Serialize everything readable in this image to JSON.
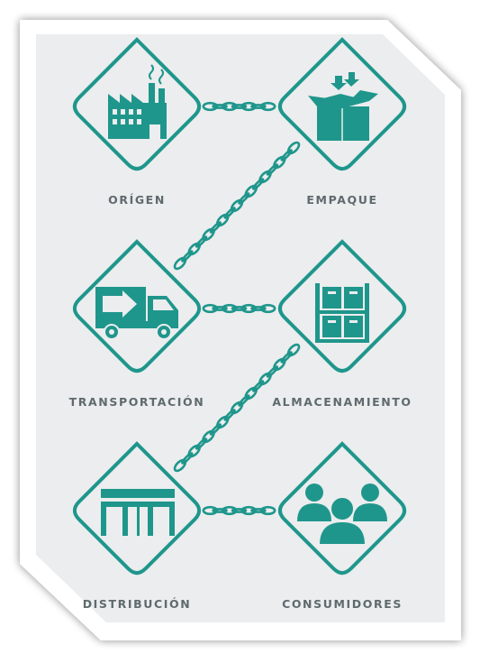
{
  "theme": {
    "accent": "#1f968c",
    "panel": "#ebedee",
    "text": "#5f6a6d"
  },
  "nodes": [
    {
      "id": "origen",
      "label": "ORÍGEN",
      "icon": "factory-icon"
    },
    {
      "id": "empaque",
      "label": "EMPAQUE",
      "icon": "package-box-icon"
    },
    {
      "id": "transportacion",
      "label": "TRANSPORTACIÓN",
      "icon": "delivery-truck-icon"
    },
    {
      "id": "almacenamiento",
      "label": "ALMACENAMIENTO",
      "icon": "warehouse-shelf-icon"
    },
    {
      "id": "distribucion",
      "label": "DISTRIBUCIÓN",
      "icon": "storefront-icon"
    },
    {
      "id": "consumidores",
      "label": "CONSUMIDORES",
      "icon": "consumers-group-icon"
    }
  ],
  "links": [
    {
      "from": "origen",
      "to": "empaque",
      "style": "chain"
    },
    {
      "from": "empaque",
      "to": "transportacion",
      "style": "chain"
    },
    {
      "from": "transportacion",
      "to": "almacenamiento",
      "style": "chain"
    },
    {
      "from": "almacenamiento",
      "to": "distribucion",
      "style": "chain"
    },
    {
      "from": "distribucion",
      "to": "consumidores",
      "style": "chain"
    }
  ]
}
